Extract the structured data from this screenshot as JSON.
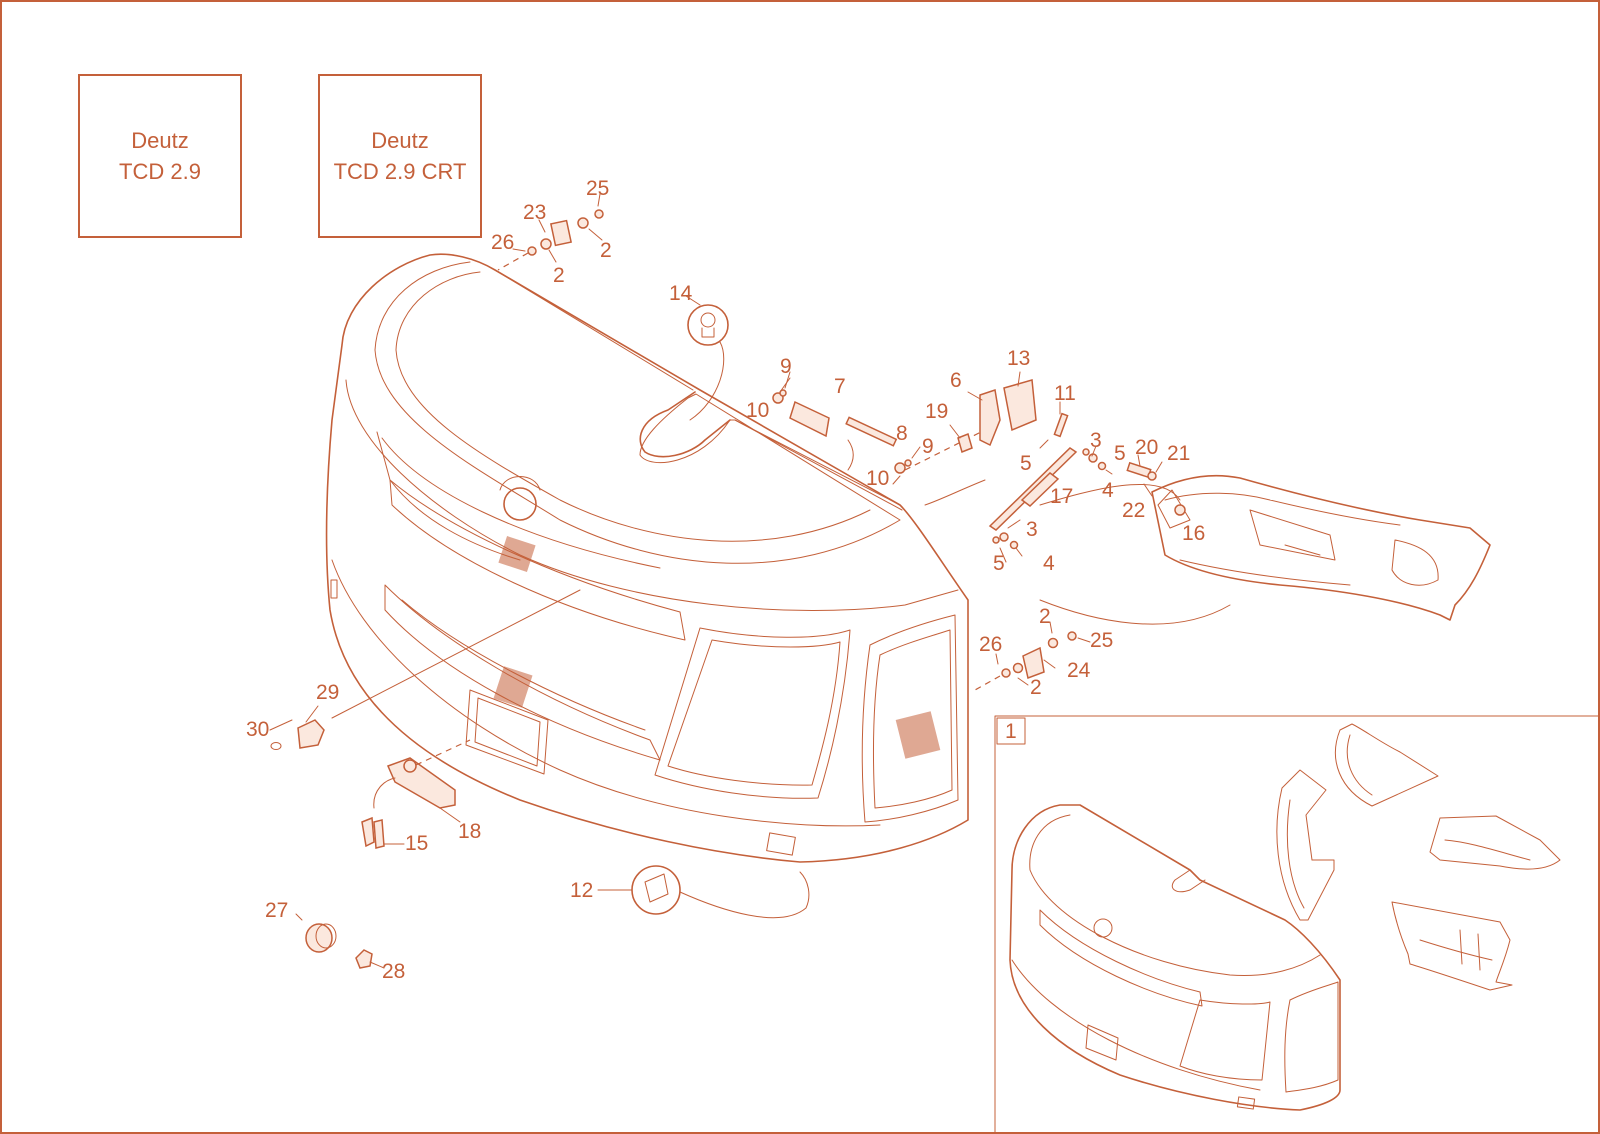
{
  "variants": [
    {
      "line1": "Deutz",
      "line2": "TCD 2.9"
    },
    {
      "line1": "Deutz",
      "line2": "TCD 2.9 CRT"
    }
  ],
  "inset": {
    "label": "1"
  },
  "callouts": [
    {
      "id": "c25a",
      "text": "25"
    },
    {
      "id": "c23",
      "text": "23"
    },
    {
      "id": "c26a",
      "text": "26"
    },
    {
      "id": "c2a",
      "text": "2"
    },
    {
      "id": "c2b",
      "text": "2"
    },
    {
      "id": "c14",
      "text": "14"
    },
    {
      "id": "c9a",
      "text": "9"
    },
    {
      "id": "c7",
      "text": "7"
    },
    {
      "id": "c10a",
      "text": "10"
    },
    {
      "id": "c8",
      "text": "8"
    },
    {
      "id": "c9b",
      "text": "9"
    },
    {
      "id": "c10b",
      "text": "10"
    },
    {
      "id": "c6",
      "text": "6"
    },
    {
      "id": "c13",
      "text": "13"
    },
    {
      "id": "c19",
      "text": "19"
    },
    {
      "id": "c11",
      "text": "11"
    },
    {
      "id": "c5a",
      "text": "5"
    },
    {
      "id": "c3a",
      "text": "3"
    },
    {
      "id": "c5b",
      "text": "5"
    },
    {
      "id": "c20",
      "text": "20"
    },
    {
      "id": "c21",
      "text": "21"
    },
    {
      "id": "c4a",
      "text": "4"
    },
    {
      "id": "c17",
      "text": "17"
    },
    {
      "id": "c22",
      "text": "22"
    },
    {
      "id": "c16",
      "text": "16"
    },
    {
      "id": "c3b",
      "text": "3"
    },
    {
      "id": "c5c",
      "text": "5"
    },
    {
      "id": "c4b",
      "text": "4"
    },
    {
      "id": "c2c",
      "text": "2"
    },
    {
      "id": "c26b",
      "text": "26"
    },
    {
      "id": "c25b",
      "text": "25"
    },
    {
      "id": "c24",
      "text": "24"
    },
    {
      "id": "c2d",
      "text": "2"
    },
    {
      "id": "c29",
      "text": "29"
    },
    {
      "id": "c30",
      "text": "30"
    },
    {
      "id": "c18",
      "text": "18"
    },
    {
      "id": "c15",
      "text": "15"
    },
    {
      "id": "c12",
      "text": "12"
    },
    {
      "id": "c27",
      "text": "27"
    },
    {
      "id": "c28",
      "text": "28"
    }
  ],
  "colors": {
    "line": "#c4603a",
    "part_fill": "#fbe8de",
    "background": "#ffffff"
  }
}
